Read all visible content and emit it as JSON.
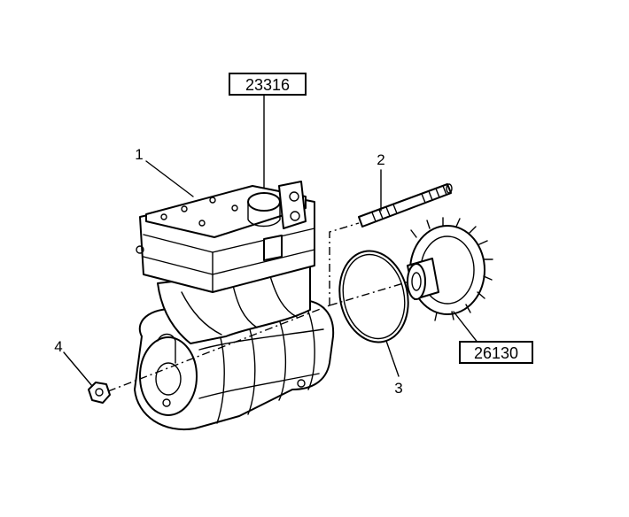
{
  "parts": [
    {
      "id": "part-1",
      "label": "1"
    },
    {
      "id": "part-2",
      "label": "2"
    },
    {
      "id": "part-3",
      "label": "3"
    },
    {
      "id": "part-4",
      "label": "4"
    }
  ],
  "references": [
    {
      "id": "ref-23316",
      "label": "23316"
    },
    {
      "id": "ref-26130",
      "label": "26130"
    }
  ]
}
